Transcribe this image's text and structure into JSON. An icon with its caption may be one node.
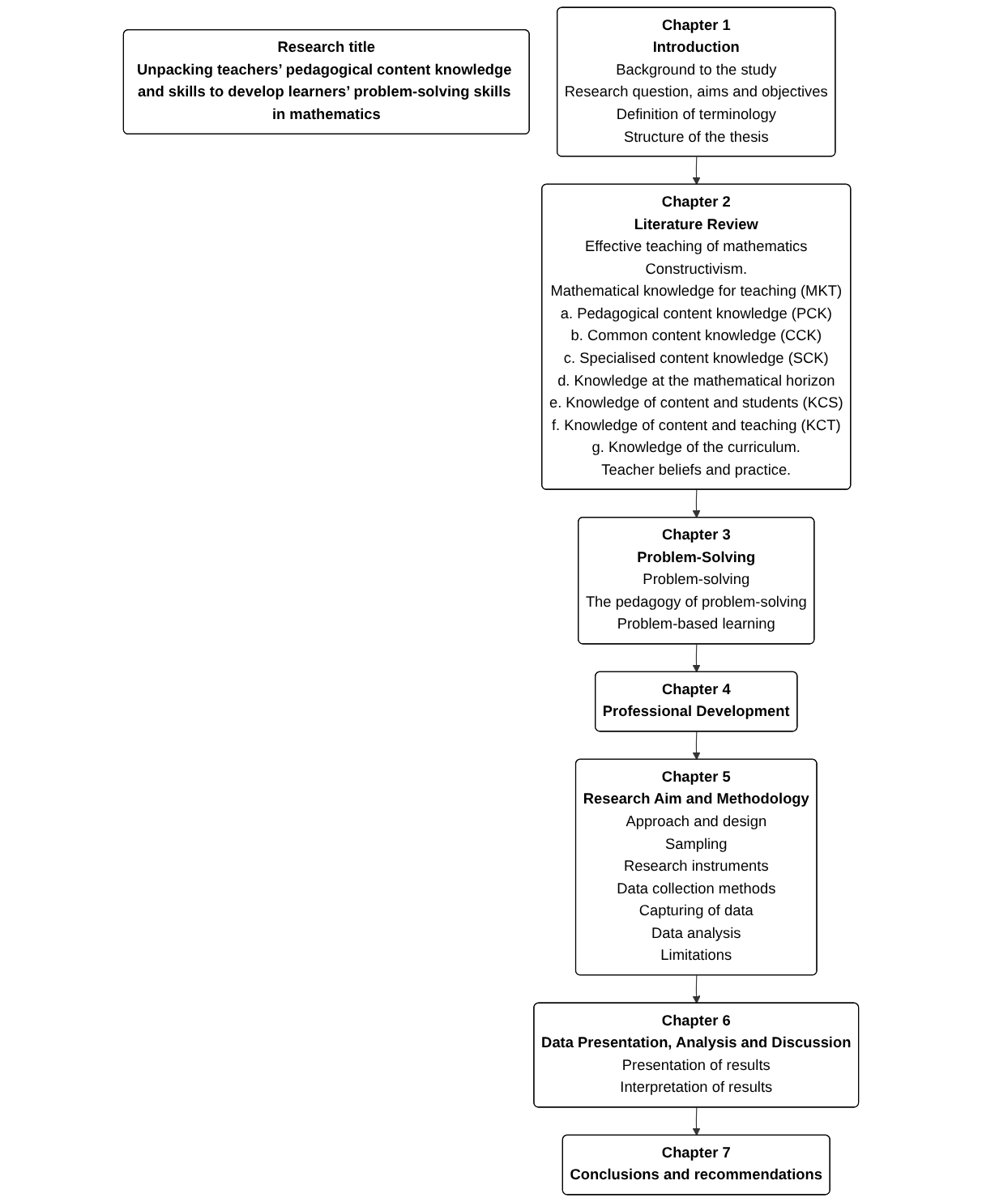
{
  "diagram": {
    "nodes": [
      {
        "text": [
          "Research title",
          "Unpacking teachers’ pedagogical content knowledge and skills to develop learners’ problem-solving skills in mathematics"
        ]
      },
      {
        "text": [
          "Chapter 1",
          "Introduction",
          "Background to the study",
          "Research question, aims and objectives",
          "Definition of terminology",
          "Structure of the thesis"
        ]
      },
      {
        "text": [
          "Chapter 2",
          "Literature Review",
          "Effective teaching of mathematics",
          "Constructivism.",
          "Mathematical knowledge for teaching (MKT)",
          "a. Pedagogical content knowledge (PCK)",
          "b. Common content knowledge (CCK)",
          "c. Specialised content knowledge (SCK)",
          "d. Knowledge at the mathematical horizon",
          "e. Knowledge of content and students (KCS)",
          "f. Knowledge of content and teaching (KCT)",
          "g. Knowledge of the curriculum.",
          "Teacher beliefs and practice."
        ]
      },
      {
        "text": [
          "Chapter 3",
          "Problem-Solving",
          "Problem-solving",
          "The pedagogy of problem-solving",
          "Problem-based learning"
        ]
      },
      {
        "text": [
          "Chapter 4",
          "Professional Development"
        ]
      },
      {
        "text": [
          "Chapter 5",
          "Research Aim and Methodology",
          "Approach and design",
          "Sampling",
          "Research instruments",
          "Data collection methods",
          "Capturing of data",
          "Data analysis",
          "Limitations"
        ]
      },
      {
        "text": [
          "Chapter 6",
          "Data Presentation, Analysis and Discussion",
          "Presentation of results",
          "Interpretation of results"
        ]
      },
      {
        "text": [
          "Chapter 7",
          "Conclusions and recommendations"
        ]
      }
    ],
    "edges": [
      {
        "from": 1,
        "to": 2,
        "arrow": "to"
      },
      {
        "from": 2,
        "to": 3,
        "arrow": "to"
      },
      {
        "from": 3,
        "to": 4,
        "arrow": "to"
      },
      {
        "from": 4,
        "to": 5,
        "arrow": "to"
      },
      {
        "from": 5,
        "to": 6,
        "arrow": "to"
      },
      {
        "from": 6,
        "to": 7,
        "arrow": "to"
      }
    ]
  }
}
